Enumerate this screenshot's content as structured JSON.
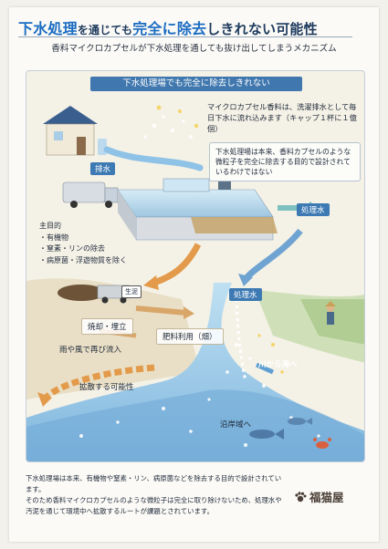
{
  "header": {
    "title_part1": "下水処理",
    "title_part2": "を通じても",
    "title_part3": "完全に除去",
    "title_part4": "しきれない可能性",
    "subtitle": "香料マイクロカプセルが下水処理を通しても抜け出してしまうメカニズム"
  },
  "diagram": {
    "banner": "下水処理場でも完全に除去しきれない",
    "note_capsule": "マイクロカプセル香料は、洗濯排水として毎日下水に流れ込みます（キャップ１杯に１億個）",
    "note_design": "下水処理場は本来、香料カプセルのような微粒子を完全に除去する目的で設計されているわけではない",
    "tag_drain": "排水",
    "tag_treated1": "処理水",
    "tag_treated2": "処理水",
    "purpose_title": "主目的",
    "purpose_items": [
      "・有機物",
      "・窒素・リンの除去",
      "・病原菌・浮遊物質を除く"
    ],
    "raw_sludge": "生泥",
    "label_incinerate": "焼却・埋立",
    "label_reflow": "雨や風で再び流入",
    "label_fertilizer": "肥料利用（畑）",
    "label_river": "川から海へ",
    "label_spread": "拡散する可能性",
    "label_coast": "沿岸域へ"
  },
  "footer": {
    "line1": "下水処理場は本来、有機物や窒素・リン、病原菌などを除去する目的で設計されています。",
    "line2": "そのため香料マイクロカプセルのような微粒子は完全に取り除けないため、処理水や汚泥を通じて環境中へ拡散するルートが課題とされています。"
  },
  "brand": {
    "name": "福猫屋",
    "icon": "paw-icon"
  },
  "colors": {
    "title_accent": "#1a6cc2",
    "tag_blue": "#3d79b3",
    "water": "#8fc2e6",
    "arrow_orange": "#e39a4a"
  }
}
